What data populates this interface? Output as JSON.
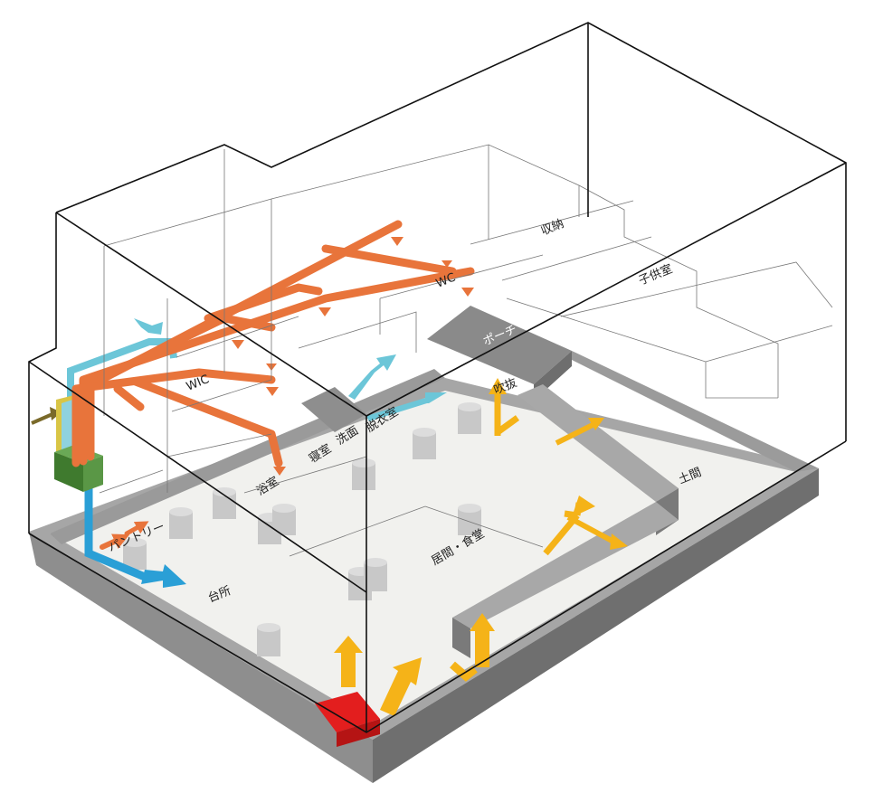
{
  "colors": {
    "background": "#ffffff",
    "floor_top": "#f1f1ee",
    "slab_front": "#a9a9a9",
    "slab_side": "#8e8e8e",
    "foundation_top": "#a6a6a6",
    "foundation_side": "#6f6f6f",
    "supply_duct": "#e8743b",
    "supply_duct_shade": "#c95a26",
    "return_duct": "#6cc6d8",
    "intake_duct": "#2a9fd6",
    "hvac_unit": "#4f8a3c",
    "filter_yellow": "#d9c545",
    "airflow": "#f5b318",
    "heater": "#e31e1e",
    "post": "#c8c8c8",
    "outline": "#111111",
    "wire": "#777777"
  },
  "rooms": {
    "storage": "収納",
    "child_room": "子供室",
    "porch": "ポーチ",
    "wc": "WC",
    "wic": "WIC",
    "bedroom": "寝室",
    "washroom": "洗面",
    "dressing": "脱衣室",
    "stairwell": "吹抜",
    "bath": "浴室",
    "entrance_hall": "土間",
    "pantry": "パントリー",
    "living_dining": "居間・食堂",
    "kitchen": "台所"
  },
  "icons": {
    "supply_outlet": "arrow-down-icon",
    "fresh_air_inlet": "arrow-right-icon",
    "warm_air_flow": "arrow-up-icon"
  }
}
